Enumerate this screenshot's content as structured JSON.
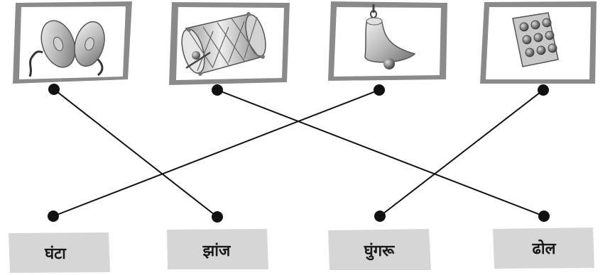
{
  "worksheet": {
    "pictures": [
      {
        "id": "cymbals",
        "icon": "cymbals-icon"
      },
      {
        "id": "drum",
        "icon": "drum-icon"
      },
      {
        "id": "bell",
        "icon": "bell-icon"
      },
      {
        "id": "bells-board",
        "icon": "ghungroo-icon"
      }
    ],
    "labels": [
      {
        "text": "घंटा"
      },
      {
        "text": "झांज"
      },
      {
        "text": "घुंगरू"
      },
      {
        "text": "ढोल"
      }
    ],
    "matches": [
      {
        "picture": 0,
        "label": 1
      },
      {
        "picture": 1,
        "label": 3
      },
      {
        "picture": 2,
        "label": 0
      },
      {
        "picture": 3,
        "label": 2
      }
    ],
    "colors": {
      "frame": "#8a8a8a",
      "label_bg": "#d6d6d6",
      "line": "#111111"
    }
  }
}
